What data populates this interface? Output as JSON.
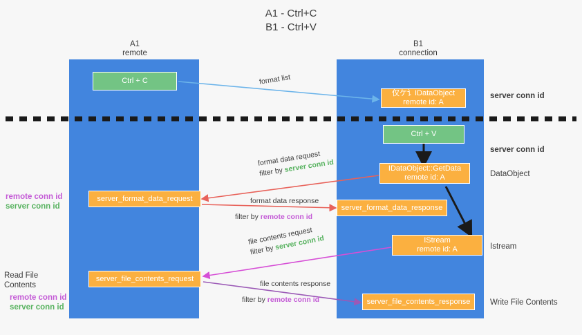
{
  "title": {
    "line1": "A1 - Ctrl+C",
    "line2": "B1 - Ctrl+V"
  },
  "lanes": [
    {
      "id": "a1",
      "name": "A1",
      "role": "remote"
    },
    {
      "id": "b1",
      "name": "B1",
      "role": "connection"
    }
  ],
  "nodes": {
    "ctrl_c": {
      "label": "Ctrl + C",
      "color": "#73c484"
    },
    "idataobject_top": {
      "line1": "仅ケ讠IDataObject",
      "line2": "remote id: A",
      "color": "#fbb040"
    },
    "ctrl_v": {
      "label": "Ctrl + V",
      "color": "#73c484"
    },
    "getdata": {
      "line1": "IDataObject::GetData",
      "line2": "remote id: A",
      "color": "#fbb040"
    },
    "format_data_request": {
      "label": "server_format_data_request",
      "color": "#fbb040"
    },
    "format_data_response": {
      "label": "server_format_data_response",
      "color": "#fbb040"
    },
    "istream": {
      "line1": "IStream",
      "line2": "remote id: A",
      "color": "#fbb040"
    },
    "file_contents_request": {
      "label": "server_file_contents_request",
      "color": "#fbb040"
    },
    "file_contents_response": {
      "label": "server_file_contents_response",
      "color": "#fbb040"
    }
  },
  "edge_labels": {
    "format_list": "format list",
    "format_data_request": {
      "line1": "format data request",
      "prefix": "filter by ",
      "key": "server conn id"
    },
    "format_data_response": {
      "line1": "format data response",
      "prefix": "filter by ",
      "key": "remote conn id"
    },
    "file_contents_request": {
      "line1": "file contents request",
      "prefix": "filter by ",
      "key": "server conn id"
    },
    "file_contents_response": {
      "line1": "file contents response",
      "prefix": "filter by ",
      "key": "remote conn id"
    }
  },
  "left_annotations": {
    "format": {
      "remote": "remote conn id",
      "server": "server conn id"
    },
    "read_file": {
      "title": "Read File Contents",
      "remote": "remote conn id",
      "server": "server conn id"
    }
  },
  "right_labels": {
    "server_conn_id_top": "server conn id",
    "server_conn_id_mid": "server conn id",
    "dataobject": "DataObject",
    "istream": "Istream",
    "write_file_contents": "Write File Contents"
  },
  "colors": {
    "lane": "#4285de",
    "green_node": "#73c484",
    "orange_node": "#fbb040",
    "server_conn_id": "#57b25f",
    "remote_conn_id": "#c45bd6",
    "arrow_blue": "#6cb4ea",
    "arrow_red": "#e8625a",
    "arrow_magenta": "#d64fd6",
    "arrow_purple": "#9b59b6",
    "arrow_dark": "#1a1a1a",
    "background": "#f7f7f7"
  }
}
